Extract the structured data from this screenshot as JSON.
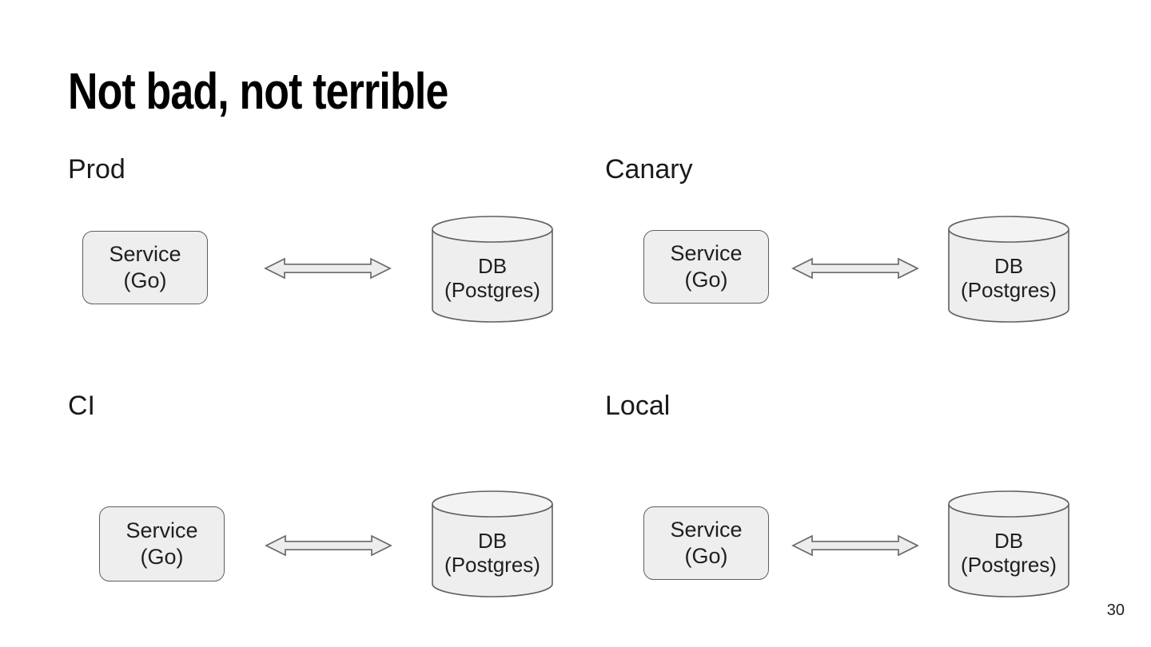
{
  "title": "Not bad, not terrible",
  "page_number": "30",
  "colors": {
    "background": "#ffffff",
    "title_text": "#000000",
    "body_text": "#1f1f1f",
    "shape_fill": "#eeeeee",
    "shape_top_fill": "#f3f3f3",
    "shape_stroke": "#606060",
    "arrow_fill": "#ededed",
    "arrow_stroke": "#6a6a6a"
  },
  "environments": [
    {
      "label": "Prod",
      "service": {
        "line1": "Service",
        "line2": "(Go)"
      },
      "database": {
        "line1": "DB",
        "line2": "(Postgres)"
      },
      "connector": "bidirectional-arrow"
    },
    {
      "label": "Canary",
      "service": {
        "line1": "Service",
        "line2": "(Go)"
      },
      "database": {
        "line1": "DB",
        "line2": "(Postgres)"
      },
      "connector": "bidirectional-arrow"
    },
    {
      "label": "CI",
      "service": {
        "line1": "Service",
        "line2": "(Go)"
      },
      "database": {
        "line1": "DB",
        "line2": "(Postgres)"
      },
      "connector": "bidirectional-arrow"
    },
    {
      "label": "Local",
      "service": {
        "line1": "Service",
        "line2": "(Go)"
      },
      "database": {
        "line1": "DB",
        "line2": "(Postgres)"
      },
      "connector": "bidirectional-arrow"
    }
  ]
}
